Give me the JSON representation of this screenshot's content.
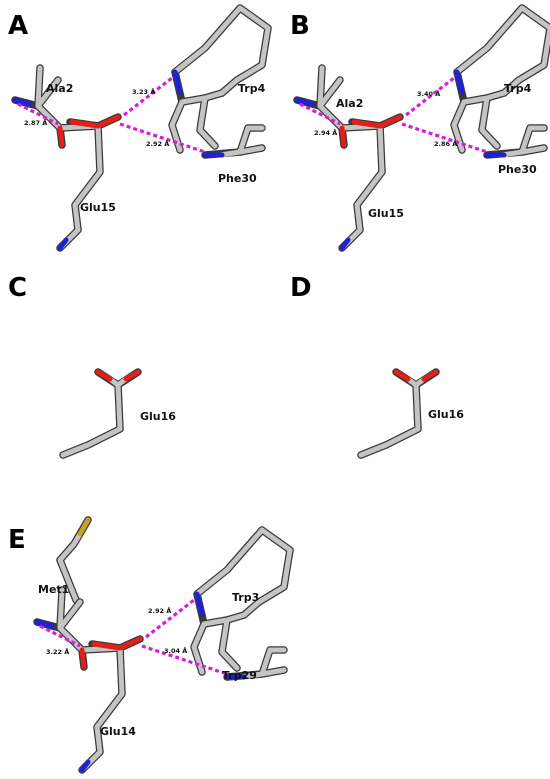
{
  "panels": [
    {
      "letter": "A",
      "residues": {
        "ala": "Ala2",
        "trp": "Trp4",
        "phe": "Phe30",
        "glu": "Glu15"
      },
      "distances": {
        "d1": "2.87 Å",
        "d2": "3.23 Å",
        "d3": "2.92 Å"
      }
    },
    {
      "letter": "B",
      "residues": {
        "ala": "Ala2",
        "trp": "Trp4",
        "phe": "Phe30",
        "glu": "Glu15"
      },
      "distances": {
        "d1": "2.94 Å",
        "d2": "3.40 Å",
        "d3": "2.86 Å"
      }
    },
    {
      "letter": "C",
      "residues": {
        "glu": "Glu16"
      }
    },
    {
      "letter": "D",
      "residues": {
        "glu": "Glu16"
      }
    },
    {
      "letter": "E",
      "residues": {
        "met": "Met1",
        "trp": "Trp3",
        "trp2": "Trp29",
        "glu": "Glu14"
      },
      "distances": {
        "d1": "3.22 Å",
        "d2": "2.92 Å",
        "d3": "3.04 Å"
      }
    }
  ],
  "colors": {
    "carbon": "#c4c4c4",
    "oxygen": "#e0201a",
    "nitrogen": "#2020d8",
    "sulfur": "#c9a221",
    "hbond": "#d51ed5"
  }
}
